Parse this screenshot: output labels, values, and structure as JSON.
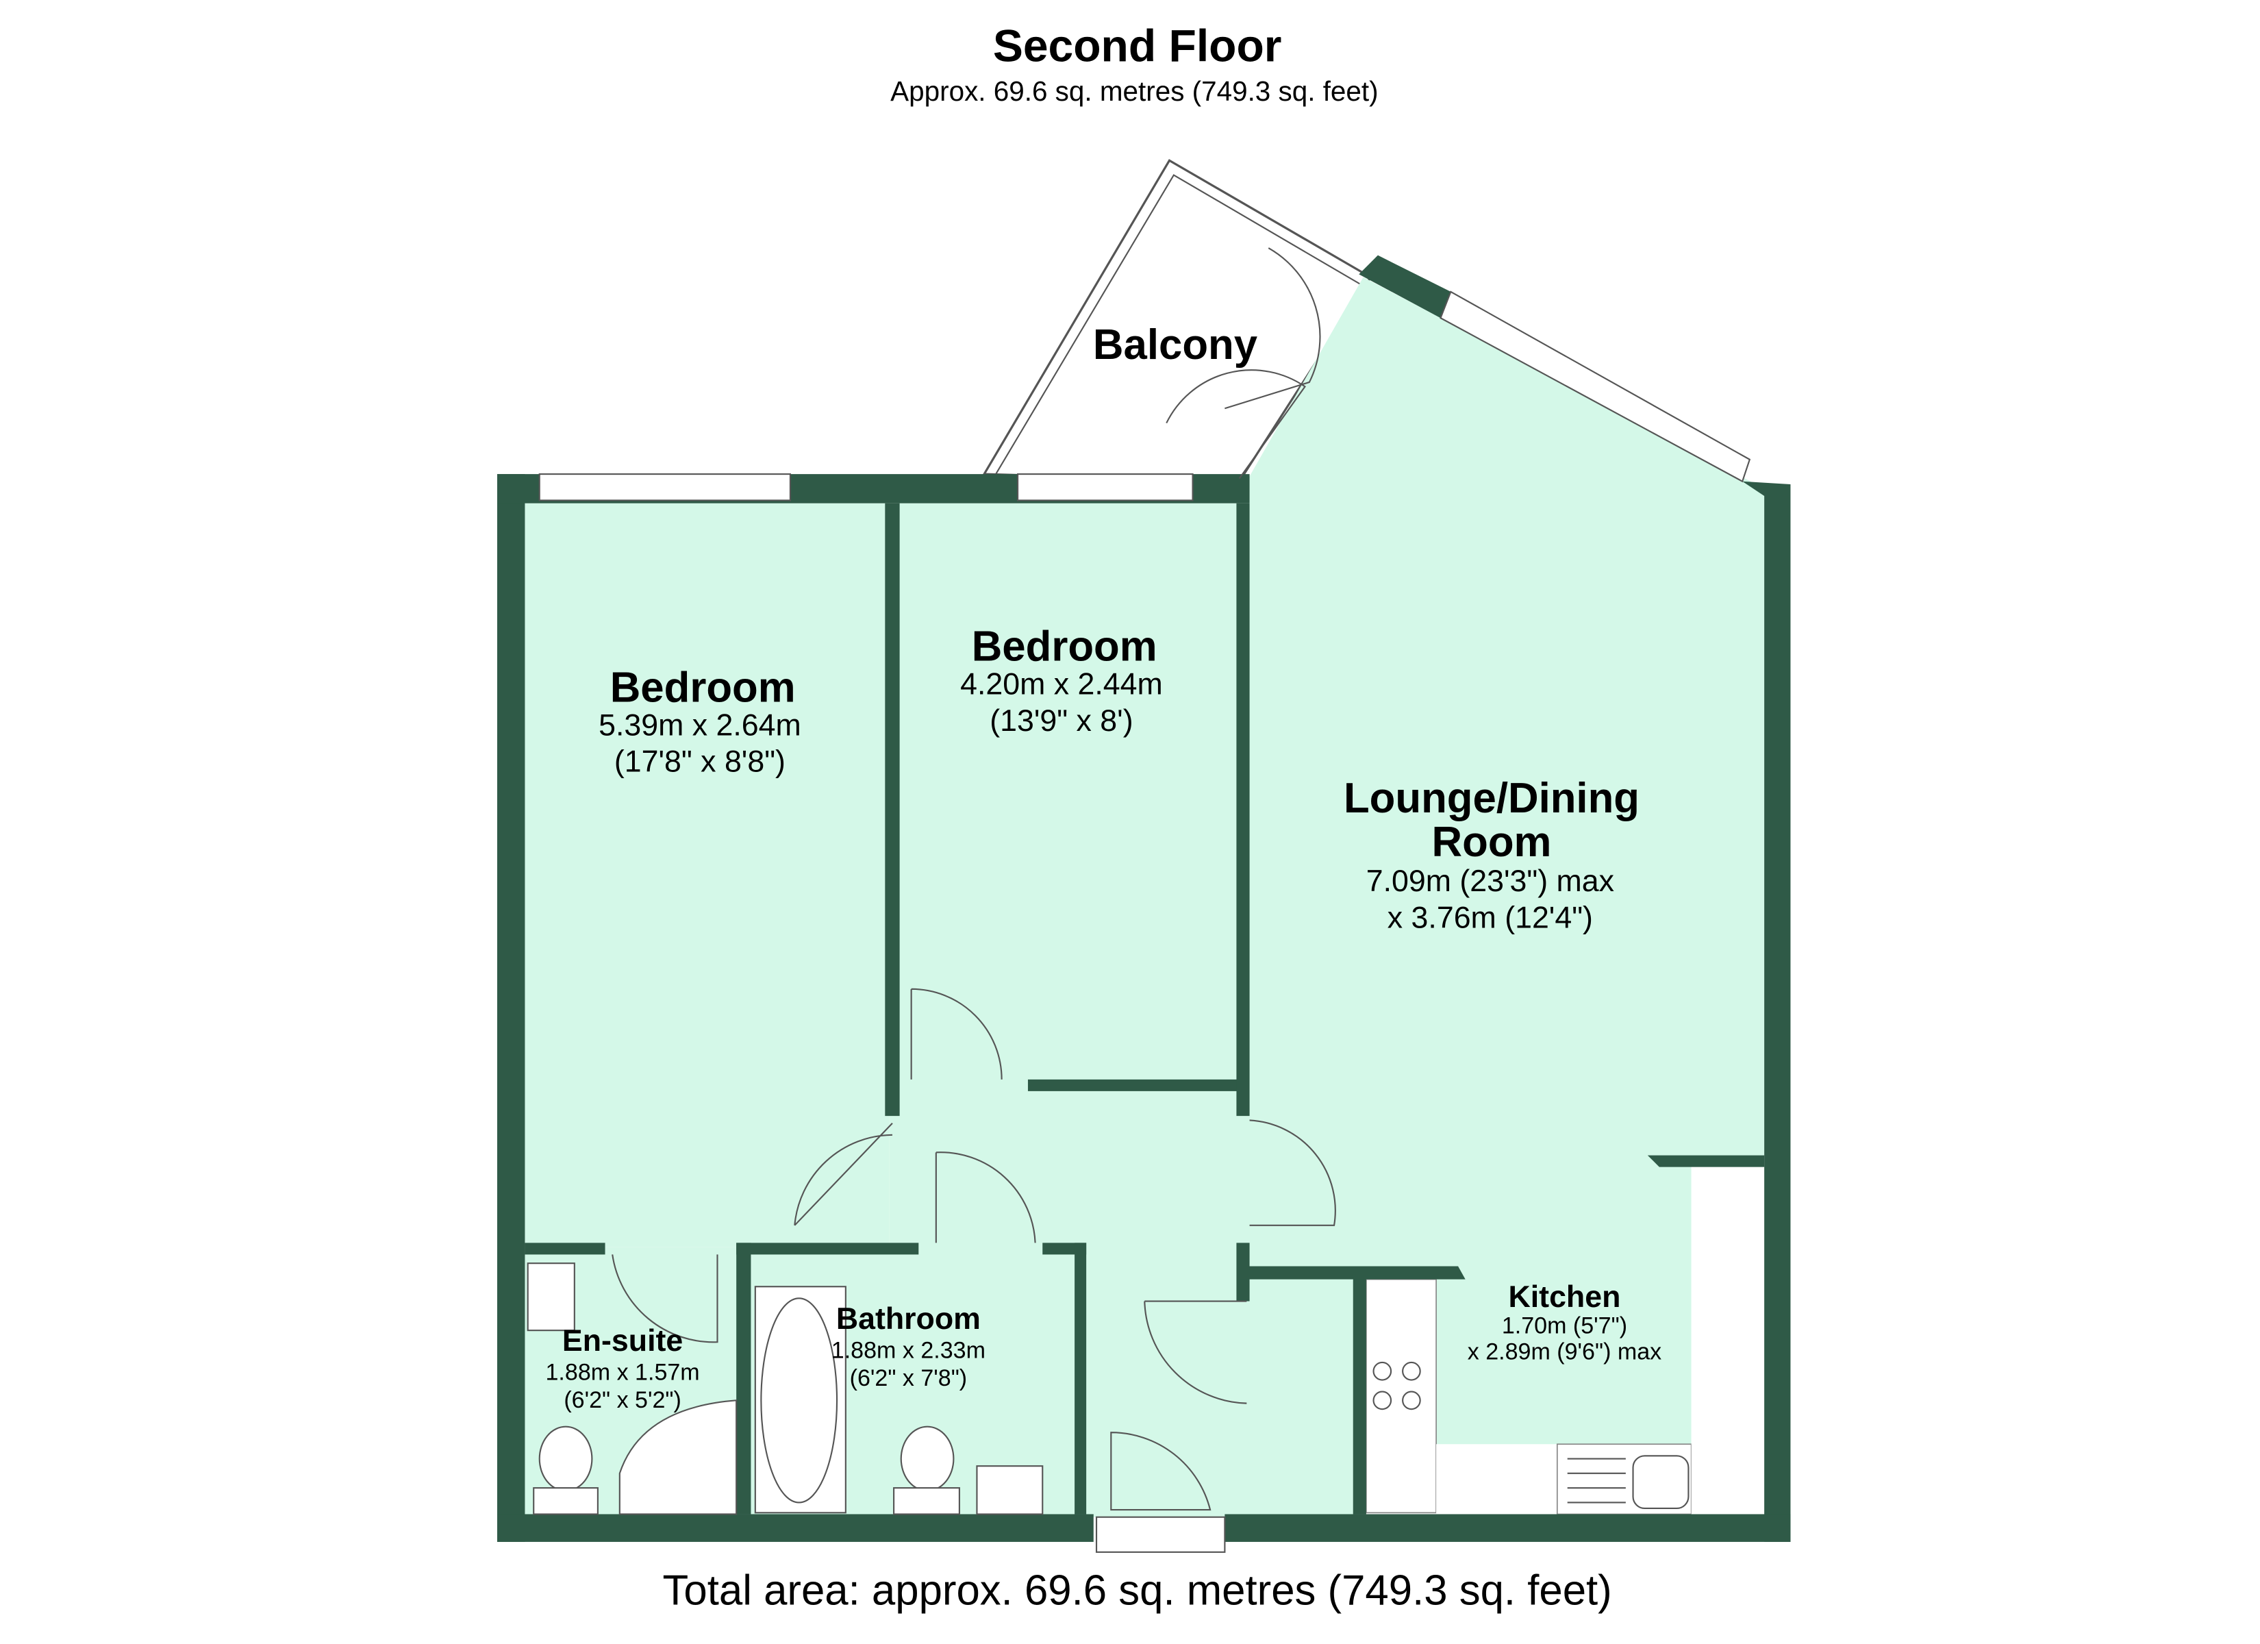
{
  "header": {
    "title": "Second Floor",
    "subtitle": "Approx. 69.6 sq. metres (749.3 sq. feet)"
  },
  "colors": {
    "wall": "#2f5a47",
    "floor": "#d4f8e8"
  },
  "rooms": [
    {
      "name": "Balcony"
    },
    {
      "name": "Bedroom",
      "dims": "5.39m x 2.64m",
      "dims_imperial": "(17'8\" x 8'8\")"
    },
    {
      "name": "Bedroom",
      "dims": "4.20m x 2.44m",
      "dims_imperial": "(13'9\" x 8')"
    },
    {
      "name_line1": "Lounge/Dining",
      "name_line2": "Room",
      "dims": "7.09m (23'3\") max",
      "dims2": "x 3.76m (12'4\")"
    },
    {
      "name": "Kitchen",
      "dims": "1.70m (5'7\")",
      "dims2": "x 2.89m (9'6\") max"
    },
    {
      "name": "Bathroom",
      "dims": "1.88m x 2.33m",
      "dims_imperial": "(6'2\" x 7'8\")"
    },
    {
      "name": "En-suite",
      "dims": "1.88m x 1.57m",
      "dims_imperial": "(6'2\" x 5'2\")"
    }
  ],
  "footer": {
    "total": "Total area: approx. 69.6 sq. metres (749.3 sq. feet)"
  }
}
